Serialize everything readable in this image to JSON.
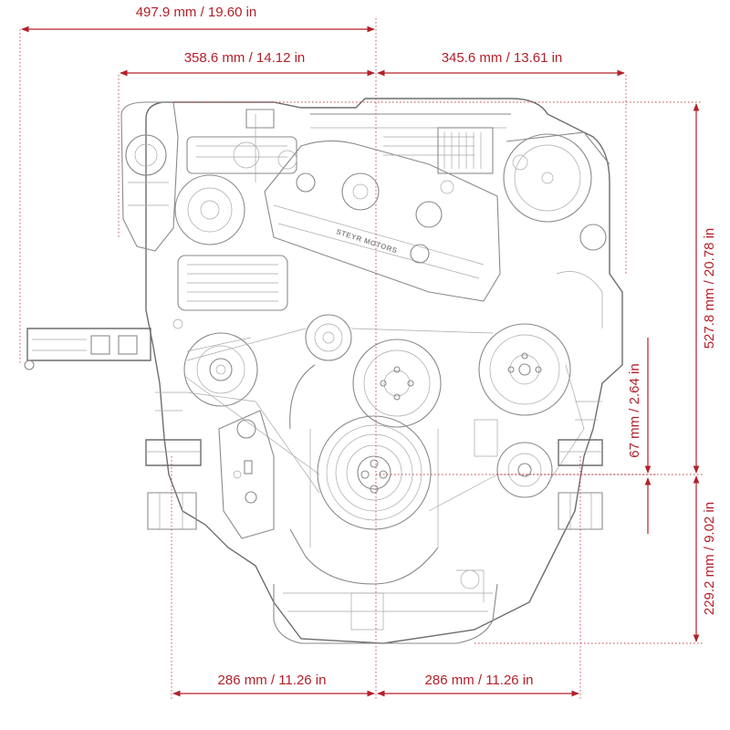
{
  "diagram": {
    "brand_text": "STEYR MOTORS",
    "colors": {
      "dimension": "#b3202a",
      "engine_line": "#8a8a8a"
    },
    "dimensions": {
      "overall_width": "497.9 mm / 19.60 in",
      "left_half_top": "358.6 mm / 14.12 in",
      "right_half_top": "345.6 mm / 13.61 in",
      "overall_height": "527.8 mm / 20.78 in",
      "crank_offset": "67 mm / 2.64 in",
      "crank_height": "229.2 mm / 9.02 in",
      "mount_left": "286 mm / 11.26 in",
      "mount_right": "286 mm / 11.26 in"
    }
  }
}
